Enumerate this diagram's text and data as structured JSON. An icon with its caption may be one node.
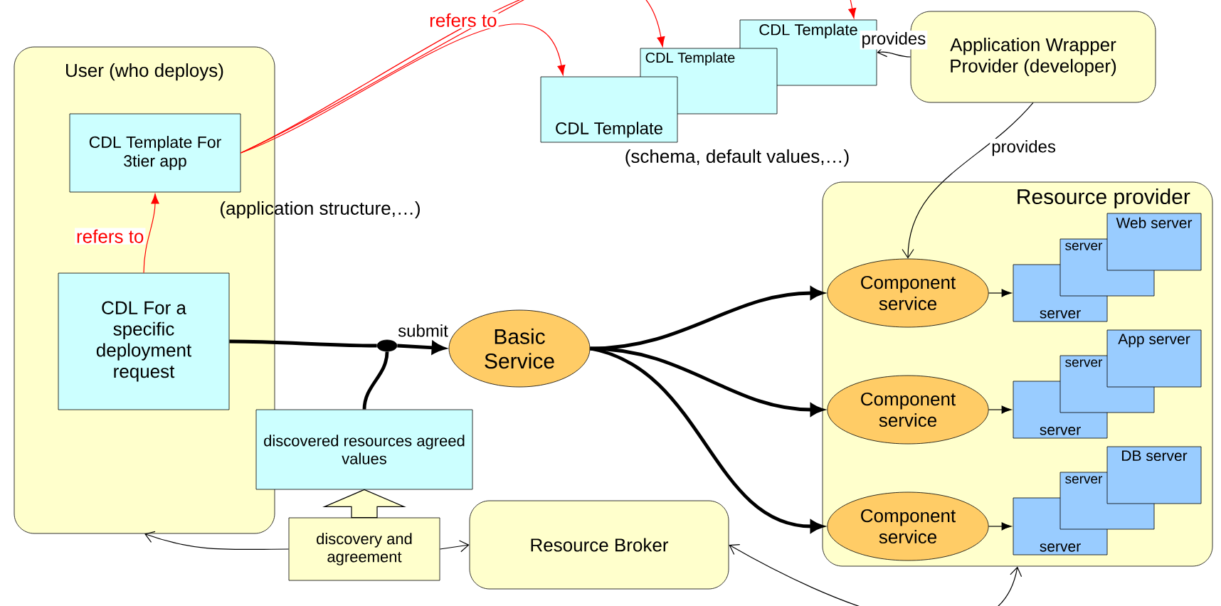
{
  "diagram": {
    "nodes": [
      {
        "text": [
          "User (who deploys)"
        ]
      },
      {
        "text": [
          "CDL Template For 3tier app"
        ],
        "in": 0,
        "beside": [
          "(application structure,…)"
        ]
      },
      {
        "text": [
          "CDL For a specific deployment request"
        ],
        "in": 0
      },
      {
        "text": [
          "CDL Template"
        ]
      },
      {
        "text": [
          "CDL Template"
        ]
      },
      {
        "text": [
          "CDL Template"
        ],
        "beside": [
          "(schema, default values,…)"
        ]
      },
      {
        "text": [
          "Application Wrapper Provider (developer)"
        ]
      },
      {
        "text": [
          "Resource provider"
        ]
      },
      {
        "text": [
          "Component service"
        ],
        "in": 7
      },
      {
        "text": [
          "server"
        ],
        "in": 7
      },
      {
        "text": [
          "server"
        ],
        "in": 7
      },
      {
        "text": [
          "Web server"
        ],
        "in": 7
      },
      {
        "text": [
          "Component service"
        ],
        "in": 7
      },
      {
        "text": [
          "server"
        ],
        "in": 7
      },
      {
        "text": [
          "server"
        ],
        "in": 7
      },
      {
        "text": [
          "App server"
        ],
        "in": 7
      },
      {
        "text": [
          "Component service"
        ],
        "in": 7
      },
      {
        "text": [
          "server"
        ],
        "in": 7
      },
      {
        "text": [
          "server"
        ],
        "in": 7
      },
      {
        "text": [
          "DB server"
        ],
        "in": 7
      },
      {
        "text": [
          "Basic Service"
        ]
      },
      {
        "text": [],
        "shape": "circle"
      },
      {
        "text": [
          "discovered resources agreed values"
        ]
      },
      {
        "text": [
          "discovery and agreement"
        ]
      },
      {
        "text": [
          "Resource Broker"
        ]
      }
    ],
    "edges": [
      {
        "from": 2,
        "to": 1,
        "arrow": "to",
        "label": "refers to",
        "color": "#ff0000"
      },
      {
        "from": 1,
        "to": 3,
        "arrow": "to",
        "label": "refers to",
        "color": "#ff0000"
      },
      {
        "from": 1,
        "to": 4,
        "arrow": "to",
        "color": "#ff0000"
      },
      {
        "from": 1,
        "to": 5,
        "arrow": "to",
        "color": "#ff0000"
      },
      {
        "from": 6,
        "to": 3,
        "arrow": "to",
        "label": "provides"
      },
      {
        "from": 6,
        "to": 8,
        "arrow": "to",
        "label": "provides"
      },
      {
        "from": 2,
        "to": 21,
        "arrow": "none",
        "style": "thick"
      },
      {
        "from": 21,
        "to": 20,
        "arrow": "to",
        "label": "submit",
        "style": "thick"
      },
      {
        "from": 22,
        "to": 21,
        "arrow": "none",
        "style": "thick"
      },
      {
        "from": 20,
        "to": 8,
        "arrow": "to",
        "style": "thick"
      },
      {
        "from": 20,
        "to": 12,
        "arrow": "to",
        "style": "thick"
      },
      {
        "from": 20,
        "to": 16,
        "arrow": "to",
        "style": "thick"
      },
      {
        "from": 8,
        "to": 9,
        "arrow": "to"
      },
      {
        "from": 12,
        "to": 13,
        "arrow": "to"
      },
      {
        "from": 16,
        "to": 17,
        "arrow": "to"
      },
      {
        "from": 23,
        "to": 22,
        "arrow": "to"
      },
      {
        "from": 23,
        "to": 0,
        "arrow": "to"
      },
      {
        "from": 23,
        "to": 24,
        "arrow": "to"
      },
      {
        "from": 7,
        "to": 24,
        "arrow": "both"
      }
    ]
  }
}
